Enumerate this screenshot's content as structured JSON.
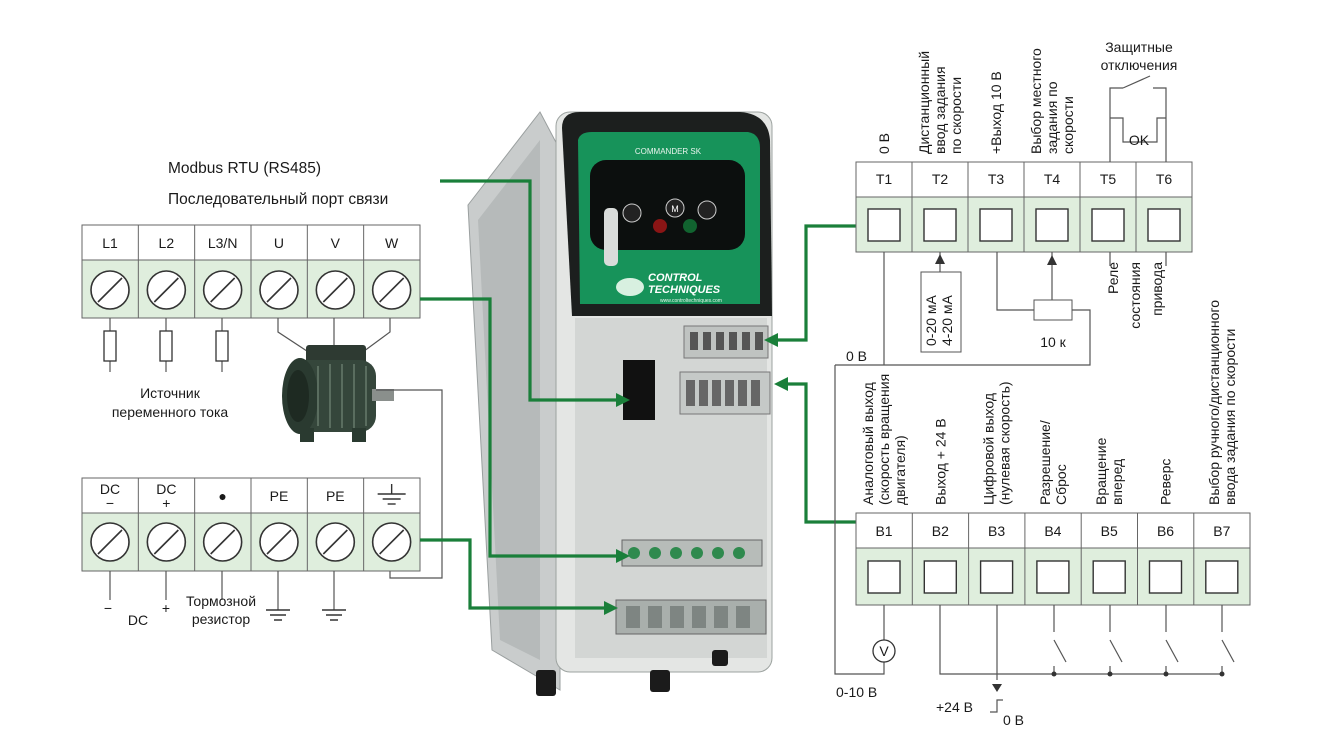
{
  "serial": {
    "line1": "Modbus RTU (RS485)",
    "line2": "Последовательный порт связи"
  },
  "power_terminals": [
    "L1",
    "L2",
    "L3/N",
    "U",
    "V",
    "W"
  ],
  "ac_source_label": [
    "Источник",
    "переменного тока"
  ],
  "dc_terminals": [
    "DC −",
    "DC +",
    "●",
    "PE",
    "PE",
    "⏚"
  ],
  "dc_label": "DC",
  "dc_minus": "−",
  "dc_plus": "+",
  "brake_label": [
    "Тормозной",
    "резистор"
  ],
  "device": {
    "model": "COMMANDER SK",
    "brand_line1": "CONTROL",
    "brand_line2": "TECHNIQUES",
    "url": "www.controltechniques.com",
    "btn_m": "M"
  },
  "top_terminals": {
    "ids": [
      "T1",
      "T2",
      "T3",
      "T4",
      "T5",
      "T6"
    ],
    "labels": [
      [
        "0 В"
      ],
      [
        "Дистанционный",
        "ввод задания",
        "по скорости"
      ],
      [
        "+Выход 10 В"
      ],
      [
        "Выбор местного",
        "задания по",
        "скорости"
      ]
    ],
    "protect": [
      "Защитные",
      "отключения"
    ],
    "ok": "OK",
    "relay": [
      "Реле",
      "состояния",
      "привода"
    ],
    "current": [
      "0-20 мА",
      "4-20 мА"
    ],
    "pot": "10 к",
    "zero_v": "0 В"
  },
  "bottom_terminals": {
    "ids": [
      "B1",
      "B2",
      "B3",
      "B4",
      "B5",
      "B6",
      "B7"
    ],
    "labels": [
      [
        "Аналоговый выход",
        "(скорость вращения",
        "двигателя)"
      ],
      [
        "Выход + 24 В"
      ],
      [
        "Цифровой выход",
        "(нулевая скорость)"
      ],
      [
        "Разрешение/",
        "Сброс"
      ],
      [
        "Вращение",
        "вперед"
      ],
      [
        "Реверс"
      ],
      [
        "Выбор ручного/дистанционного",
        "ввода задания по скорости"
      ]
    ],
    "voltmeter": "V",
    "out_range": "0-10 В",
    "plus24": "+24 В",
    "zero_v": "0 В"
  },
  "colors": {
    "green": "#1a7f3a",
    "terminal_fill": "#dfeedd"
  }
}
